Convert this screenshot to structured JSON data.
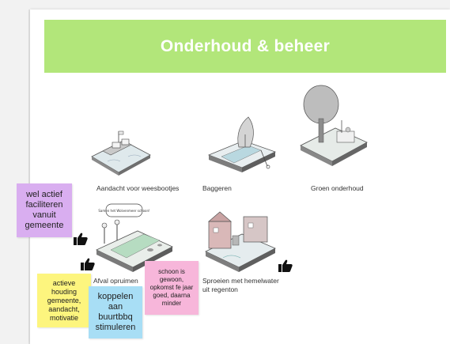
{
  "slide": {
    "title": "Onderhoud & beheer"
  },
  "items": [
    {
      "label": "Aandacht voor weesbootjes",
      "icon": "houseboat-dock-illustration"
    },
    {
      "label": "Baggeren",
      "icon": "canal-dredging-illustration"
    },
    {
      "label": "Groen onderhoud",
      "icon": "tree-maintenance-illustration"
    },
    {
      "label": "Afval opruimen",
      "icon": "litter-cleanup-illustration"
    },
    {
      "label": "Sproeien met hemelwater uit regenton",
      "line1": "Sproeien met hemelwater",
      "line2": "uit regenton",
      "icon": "rainwater-garden-illustration"
    }
  ],
  "illustration_text": "Samen het Wolvenmeer schoon!",
  "stickies": [
    {
      "lines": [
        "wel actief",
        "faciliteren",
        "vanuit",
        "gemeente"
      ],
      "color": "#d9aef0"
    },
    {
      "lines": [
        "actieve",
        "houding",
        "gemeente,",
        "aandacht,",
        "motivatie"
      ],
      "color": "#fdf57e"
    },
    {
      "lines": [
        "koppelen",
        "aan",
        "buurtbbq",
        "stimuleren"
      ],
      "color": "#a8def5"
    },
    {
      "lines": [
        "schoon is",
        "gewoon,",
        "opkomst fe jaar",
        "goed, daarna",
        "minder"
      ],
      "color": "#f7b6da"
    }
  ],
  "icons": {
    "thumbs_up": "thumbs-up-icon"
  }
}
